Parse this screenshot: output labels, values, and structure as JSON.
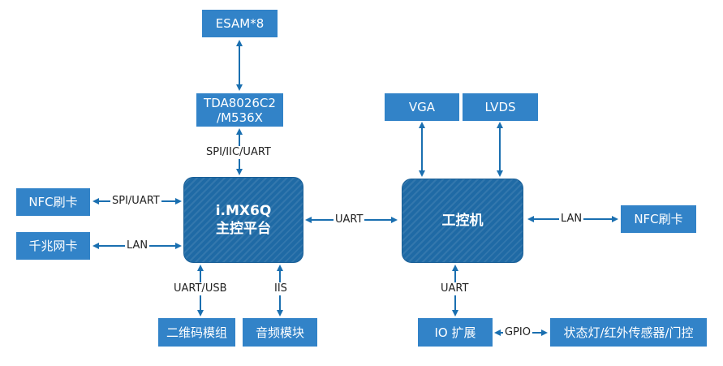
{
  "nodes": {
    "esam": "ESAM*8",
    "tda_line1": "TDA8026C2",
    "tda_line2": "/M536X",
    "imx_line1": "i.MX6Q",
    "imx_line2": "主控平台",
    "nfc_left": "NFC刷卡",
    "gigabit": "千兆网卡",
    "qrcode": "二维码模组",
    "audio": "音频模块",
    "vga": "VGA",
    "lvds": "LVDS",
    "ipc": "工控机",
    "nfc_right": "NFC刷卡",
    "io": "IO 扩展",
    "status": "状态灯/红外传感器/门控"
  },
  "edges": {
    "spi_iic_uart": "SPI/IIC/UART",
    "spi_uart": "SPI/UART",
    "lan_left": "LAN",
    "uart_mid": "UART",
    "uart_usb": "UART/USB",
    "iis": "IIS",
    "lan_right": "LAN",
    "uart_io": "UART",
    "gpio": "GPIO"
  },
  "colors": {
    "box": "#3283c8",
    "core": "#1f6aa5",
    "arrow": "#1a6fb0"
  }
}
